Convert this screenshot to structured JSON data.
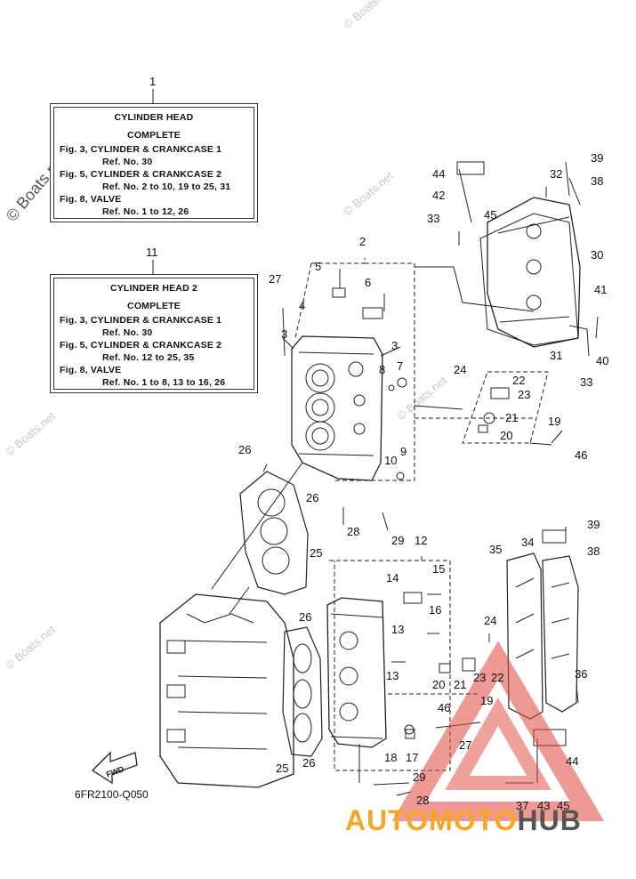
{
  "notes": [
    {
      "ref": "1",
      "lines": [
        {
          "text": "CYLINDER HEAD",
          "style": "center"
        },
        {
          "text": "COMPLETE",
          "style": "center"
        },
        {
          "text": "Fig. 3, CYLINDER & CRANKCASE 1",
          "style": "left"
        },
        {
          "text": "Ref. No. 30",
          "style": "indent"
        },
        {
          "text": "Fig. 5, CYLINDER & CRANKCASE 2",
          "style": "left"
        },
        {
          "text": "Ref. No. 2 to 10, 19 to 25, 31",
          "style": "indent"
        },
        {
          "text": "Fig. 8, VALVE",
          "style": "left"
        },
        {
          "text": "Ref. No. 1 to 12, 26",
          "style": "indent"
        }
      ]
    },
    {
      "ref": "11",
      "lines": [
        {
          "text": "CYLINDER  HEAD 2",
          "style": "center"
        },
        {
          "text": "COMPLETE",
          "style": "center"
        },
        {
          "text": "Fig. 3, CYLINDER & CRANKCASE 1",
          "style": "left"
        },
        {
          "text": "Ref. No. 30",
          "style": "indent"
        },
        {
          "text": "Fig. 5, CYLINDER & CRANKCASE 2",
          "style": "left"
        },
        {
          "text": "Ref. No. 12 to 25, 35",
          "style": "indent"
        },
        {
          "text": "Fig. 8, VALVE",
          "style": "left"
        },
        {
          "text": "Ref. No. 1 to 8, 13 to 16, 26",
          "style": "indent"
        }
      ]
    }
  ],
  "callouts": [
    "1",
    "2",
    "3",
    "3",
    "4",
    "5",
    "6",
    "7",
    "8",
    "9",
    "10",
    "11",
    "12",
    "13",
    "13",
    "14",
    "15",
    "16",
    "17",
    "18",
    "19",
    "19",
    "20",
    "20",
    "21",
    "21",
    "22",
    "22",
    "23",
    "23",
    "24",
    "24",
    "25",
    "25",
    "26",
    "26",
    "26",
    "26",
    "27",
    "27",
    "28",
    "28",
    "29",
    "29",
    "30",
    "31",
    "32",
    "33",
    "33",
    "34",
    "35",
    "36",
    "37",
    "38",
    "38",
    "39",
    "39",
    "40",
    "41",
    "42",
    "43",
    "44",
    "44",
    "45",
    "45",
    "46",
    "46"
  ],
  "fwd_label": "FWD",
  "part_code": "6FR2100-Q050",
  "watermarks": [
    "© Boats.net",
    "© Boats.net",
    "© Boats.net",
    "© Boats.net",
    "© Boats.net",
    "© Boats.net"
  ],
  "brand": {
    "part1": "AUTOMOTO",
    "part2": "HUB"
  },
  "colors": {
    "line": "#222222",
    "watermark_triangle": "#e0453a",
    "brand_orange": "#f5a623",
    "brand_gray": "#555555"
  }
}
